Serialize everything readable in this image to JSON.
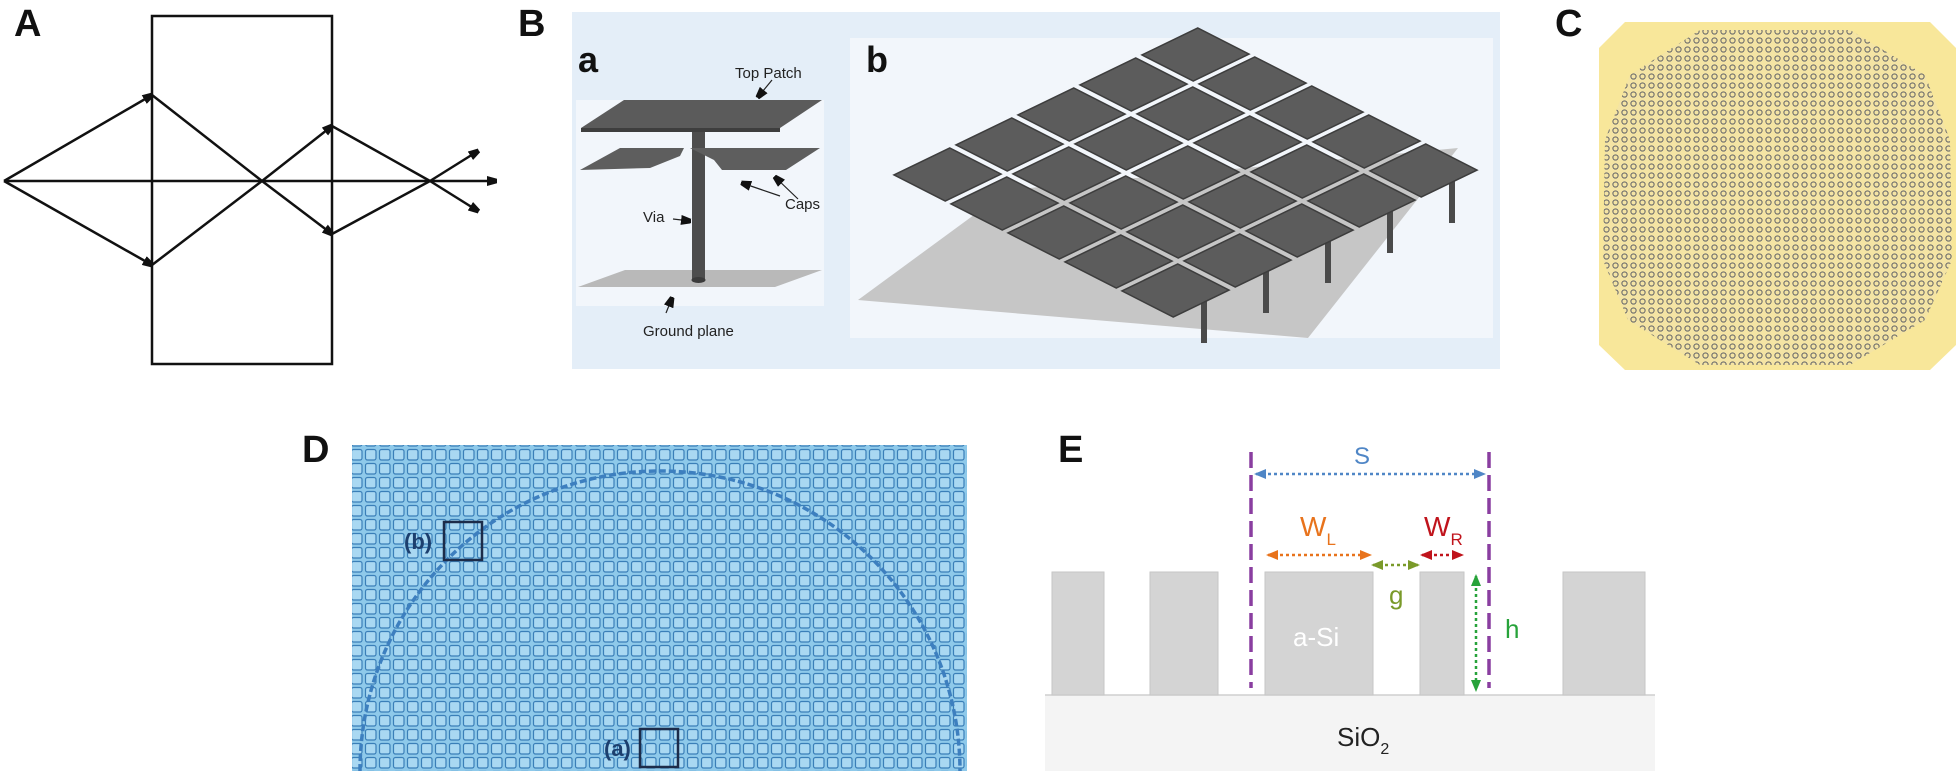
{
  "panels": {
    "A": {
      "label": "A"
    },
    "B": {
      "label": "B",
      "sub_a": "a",
      "sub_b": "b",
      "annotations": {
        "top_patch": "Top Patch",
        "caps": "Caps",
        "via": "Via",
        "ground_plane": "Ground plane"
      }
    },
    "C": {
      "label": "C"
    },
    "D": {
      "label": "D",
      "marker_b": "(b)",
      "marker_a": "(a)"
    },
    "E": {
      "label": "E",
      "s": "S",
      "wl": "W",
      "wl_sub": "L",
      "wr": "W",
      "wr_sub": "R",
      "g": "g",
      "h": "h",
      "asi": "a-Si",
      "substrate": "SiO",
      "substrate_sub": "2"
    }
  },
  "colors": {
    "s_arrow": "#4f86c6",
    "wl_arrow": "#e8731c",
    "wr_arrow": "#c0141c",
    "g_arrow": "#7a9a2a",
    "h_arrow": "#27a33a",
    "dashed": "#8a3ea0",
    "pillar": "#d4d4d4",
    "substrate": "#f4f4f4",
    "gold": "#f8e79a",
    "meta_blue": "#8ec9ea"
  }
}
